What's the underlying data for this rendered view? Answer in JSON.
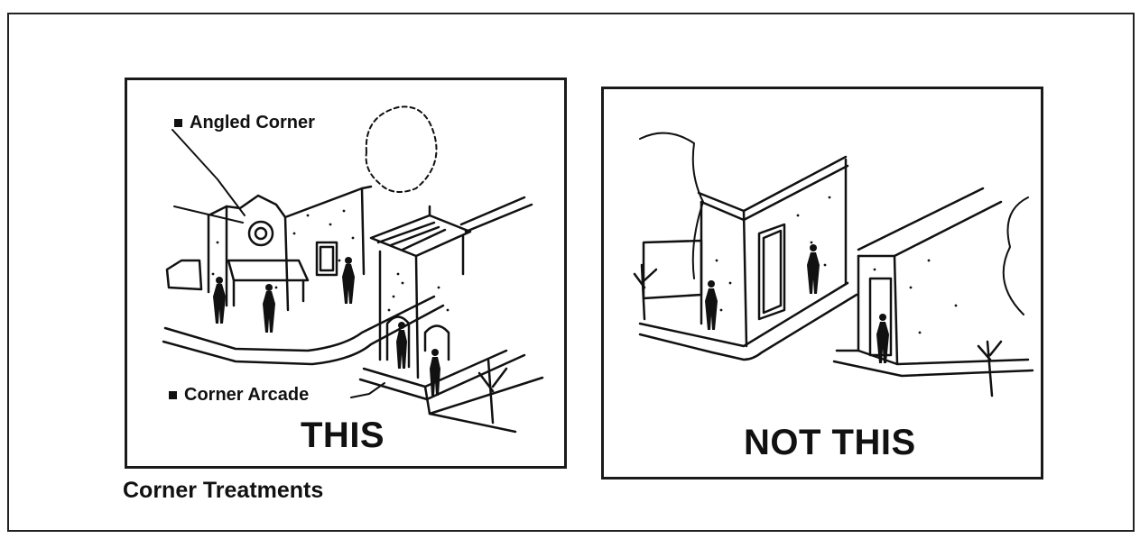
{
  "figure": {
    "caption": "Corner Treatments",
    "panels": [
      {
        "verdict": "THIS",
        "callouts": [
          "Angled Corner",
          "Corner Arcade"
        ]
      },
      {
        "verdict": "NOT THIS",
        "callouts": []
      }
    ]
  },
  "colors": {
    "ink": "#111111",
    "paper": "#ffffff"
  }
}
